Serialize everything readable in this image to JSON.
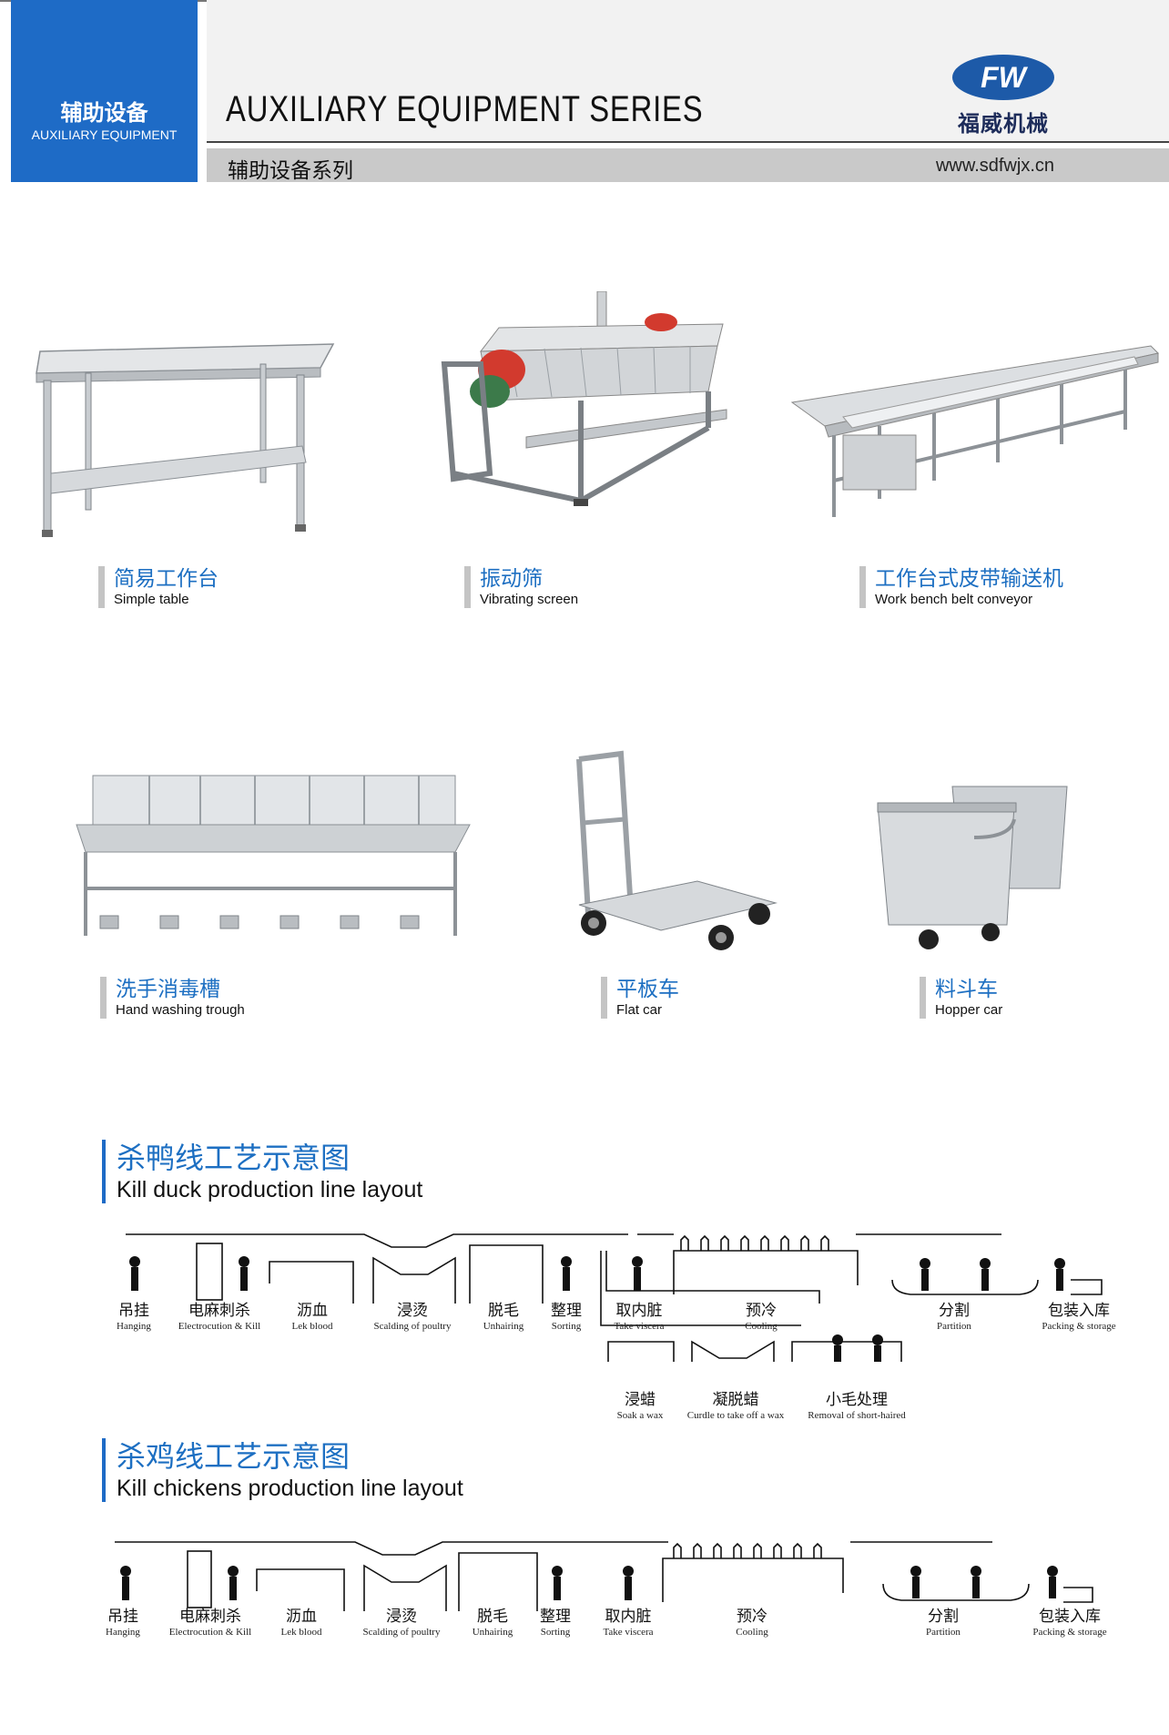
{
  "header": {
    "badge_cn": "辅助设备",
    "badge_en": "AUXILIARY EQUIPMENT",
    "title": "AUXILIARY EQUIPMENT SERIES",
    "subtitle": "辅助设备系列",
    "url": "www.sdfwjx.cn",
    "logo_mark": "FW",
    "logo_cn": "福威机械"
  },
  "products": [
    {
      "cn": "简易工作台",
      "en": "Simple table"
    },
    {
      "cn": "振动筛",
      "en": "Vibrating screen"
    },
    {
      "cn": "工作台式皮带输送机",
      "en": "Work bench belt conveyor"
    },
    {
      "cn": "洗手消毒槽",
      "en": "Hand washing trough"
    },
    {
      "cn": "平板车",
      "en": "Flat car"
    },
    {
      "cn": "料斗车",
      "en": "Hopper car"
    }
  ],
  "duck_section": {
    "cn": "杀鸭线工艺示意图",
    "en": "Kill duck production line layout",
    "steps": [
      {
        "cn": "吊挂",
        "en": "Hanging"
      },
      {
        "cn": "电麻刺杀",
        "en": "Electrocution & Kill"
      },
      {
        "cn": "沥血",
        "en": "Lek blood"
      },
      {
        "cn": "浸烫",
        "en": "Scalding of poultry"
      },
      {
        "cn": "脱毛",
        "en": "Unhairing"
      },
      {
        "cn": "整理",
        "en": "Sorting"
      },
      {
        "cn": "取内脏",
        "en": "Take viscera"
      },
      {
        "cn": "预冷",
        "en": "Cooling"
      },
      {
        "cn": "分割",
        "en": "Partition"
      },
      {
        "cn": "包装入库",
        "en": "Packing & storage"
      },
      {
        "cn": "浸蜡",
        "en": "Soak a wax"
      },
      {
        "cn": "凝脱蜡",
        "en": "Curdle to take off a wax"
      },
      {
        "cn": "小毛处理",
        "en": "Removal of short-haired"
      }
    ]
  },
  "chicken_section": {
    "cn": "杀鸡线工艺示意图",
    "en": "Kill chickens production line layout",
    "steps": [
      {
        "cn": "吊挂",
        "en": "Hanging"
      },
      {
        "cn": "电麻刺杀",
        "en": "Electrocution & Kill"
      },
      {
        "cn": "沥血",
        "en": "Lek blood"
      },
      {
        "cn": "浸烫",
        "en": "Scalding of poultry"
      },
      {
        "cn": "脱毛",
        "en": "Unhairing"
      },
      {
        "cn": "整理",
        "en": "Sorting"
      },
      {
        "cn": "取内脏",
        "en": "Take viscera"
      },
      {
        "cn": "预冷",
        "en": "Cooling"
      },
      {
        "cn": "分割",
        "en": "Partition"
      },
      {
        "cn": "包装入库",
        "en": "Packing & storage"
      }
    ]
  },
  "colors": {
    "accent": "#1e6bc6",
    "caption_cn": "#1d6fc2",
    "logo": "#1d5aa8"
  }
}
